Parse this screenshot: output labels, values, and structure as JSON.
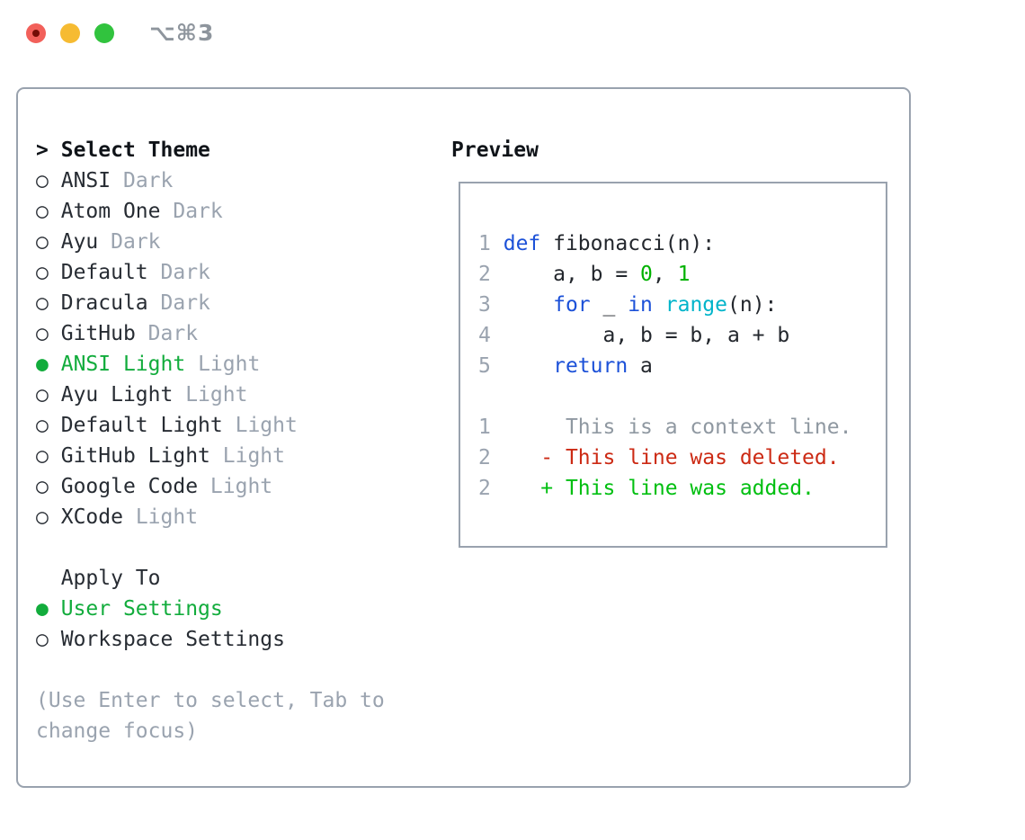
{
  "window": {
    "shortcut_label": "⌥⌘3"
  },
  "colors": {
    "accent_green": "#12ac3c",
    "keyword_blue": "#1c51d8",
    "function_cyan": "#00b4ca",
    "number_green": "#00b100",
    "diff_deleted_red": "#cc2a14",
    "diff_added_green": "#00bf10",
    "muted_gray": "#9aa3af",
    "border_gray": "#99a2ae",
    "traffic_red": "#f2605a",
    "traffic_yellow": "#f6bb32",
    "traffic_green": "#31c33e"
  },
  "theme_list": {
    "prompt": ">",
    "title": "Select Theme",
    "items": [
      {
        "marker": "○",
        "name": "ANSI",
        "variant": "Dark",
        "selected": false
      },
      {
        "marker": "○",
        "name": "Atom One",
        "variant": "Dark",
        "selected": false
      },
      {
        "marker": "○",
        "name": "Ayu",
        "variant": "Dark",
        "selected": false
      },
      {
        "marker": "○",
        "name": "Default",
        "variant": "Dark",
        "selected": false
      },
      {
        "marker": "○",
        "name": "Dracula",
        "variant": "Dark",
        "selected": false
      },
      {
        "marker": "○",
        "name": "GitHub",
        "variant": "Dark",
        "selected": false
      },
      {
        "marker": "●",
        "name": "ANSI Light",
        "variant": "Light",
        "selected": true
      },
      {
        "marker": "○",
        "name": "Ayu Light",
        "variant": "Light",
        "selected": false
      },
      {
        "marker": "○",
        "name": "Default Light",
        "variant": "Light",
        "selected": false
      },
      {
        "marker": "○",
        "name": "GitHub Light",
        "variant": "Light",
        "selected": false
      },
      {
        "marker": "○",
        "name": "Google Code",
        "variant": "Light",
        "selected": false
      },
      {
        "marker": "○",
        "name": "XCode",
        "variant": "Light",
        "selected": false
      }
    ]
  },
  "apply_to": {
    "title": "Apply To",
    "options": [
      {
        "marker": "●",
        "label": "User Settings",
        "selected": true
      },
      {
        "marker": "○",
        "label": "Workspace Settings",
        "selected": false
      }
    ]
  },
  "help": {
    "lines": [
      "(Use Enter to select, Tab to",
      "change focus)"
    ]
  },
  "preview": {
    "title": "Preview",
    "code_lines": [
      {
        "num": "1",
        "t0": "def",
        "t1": " fibonacci(n):"
      },
      {
        "num": "2",
        "t0": "    a, b = ",
        "t1": "0",
        "t2": ", ",
        "t3": "1"
      },
      {
        "num": "3",
        "t0": "    ",
        "t1": "for",
        "t2": " _ ",
        "t3": "in",
        "t4": " ",
        "t5": "range",
        "t6": "(n):"
      },
      {
        "num": "4",
        "t0": "        a, b = b, a + b"
      },
      {
        "num": "5",
        "t0": "    ",
        "t1": "return",
        "t2": " a"
      }
    ],
    "diff_lines": [
      {
        "num": "1",
        "text": "     This is a context line."
      },
      {
        "num": "2",
        "text": "   - This line was deleted."
      },
      {
        "num": "2",
        "text": "   + This line was added."
      }
    ]
  }
}
